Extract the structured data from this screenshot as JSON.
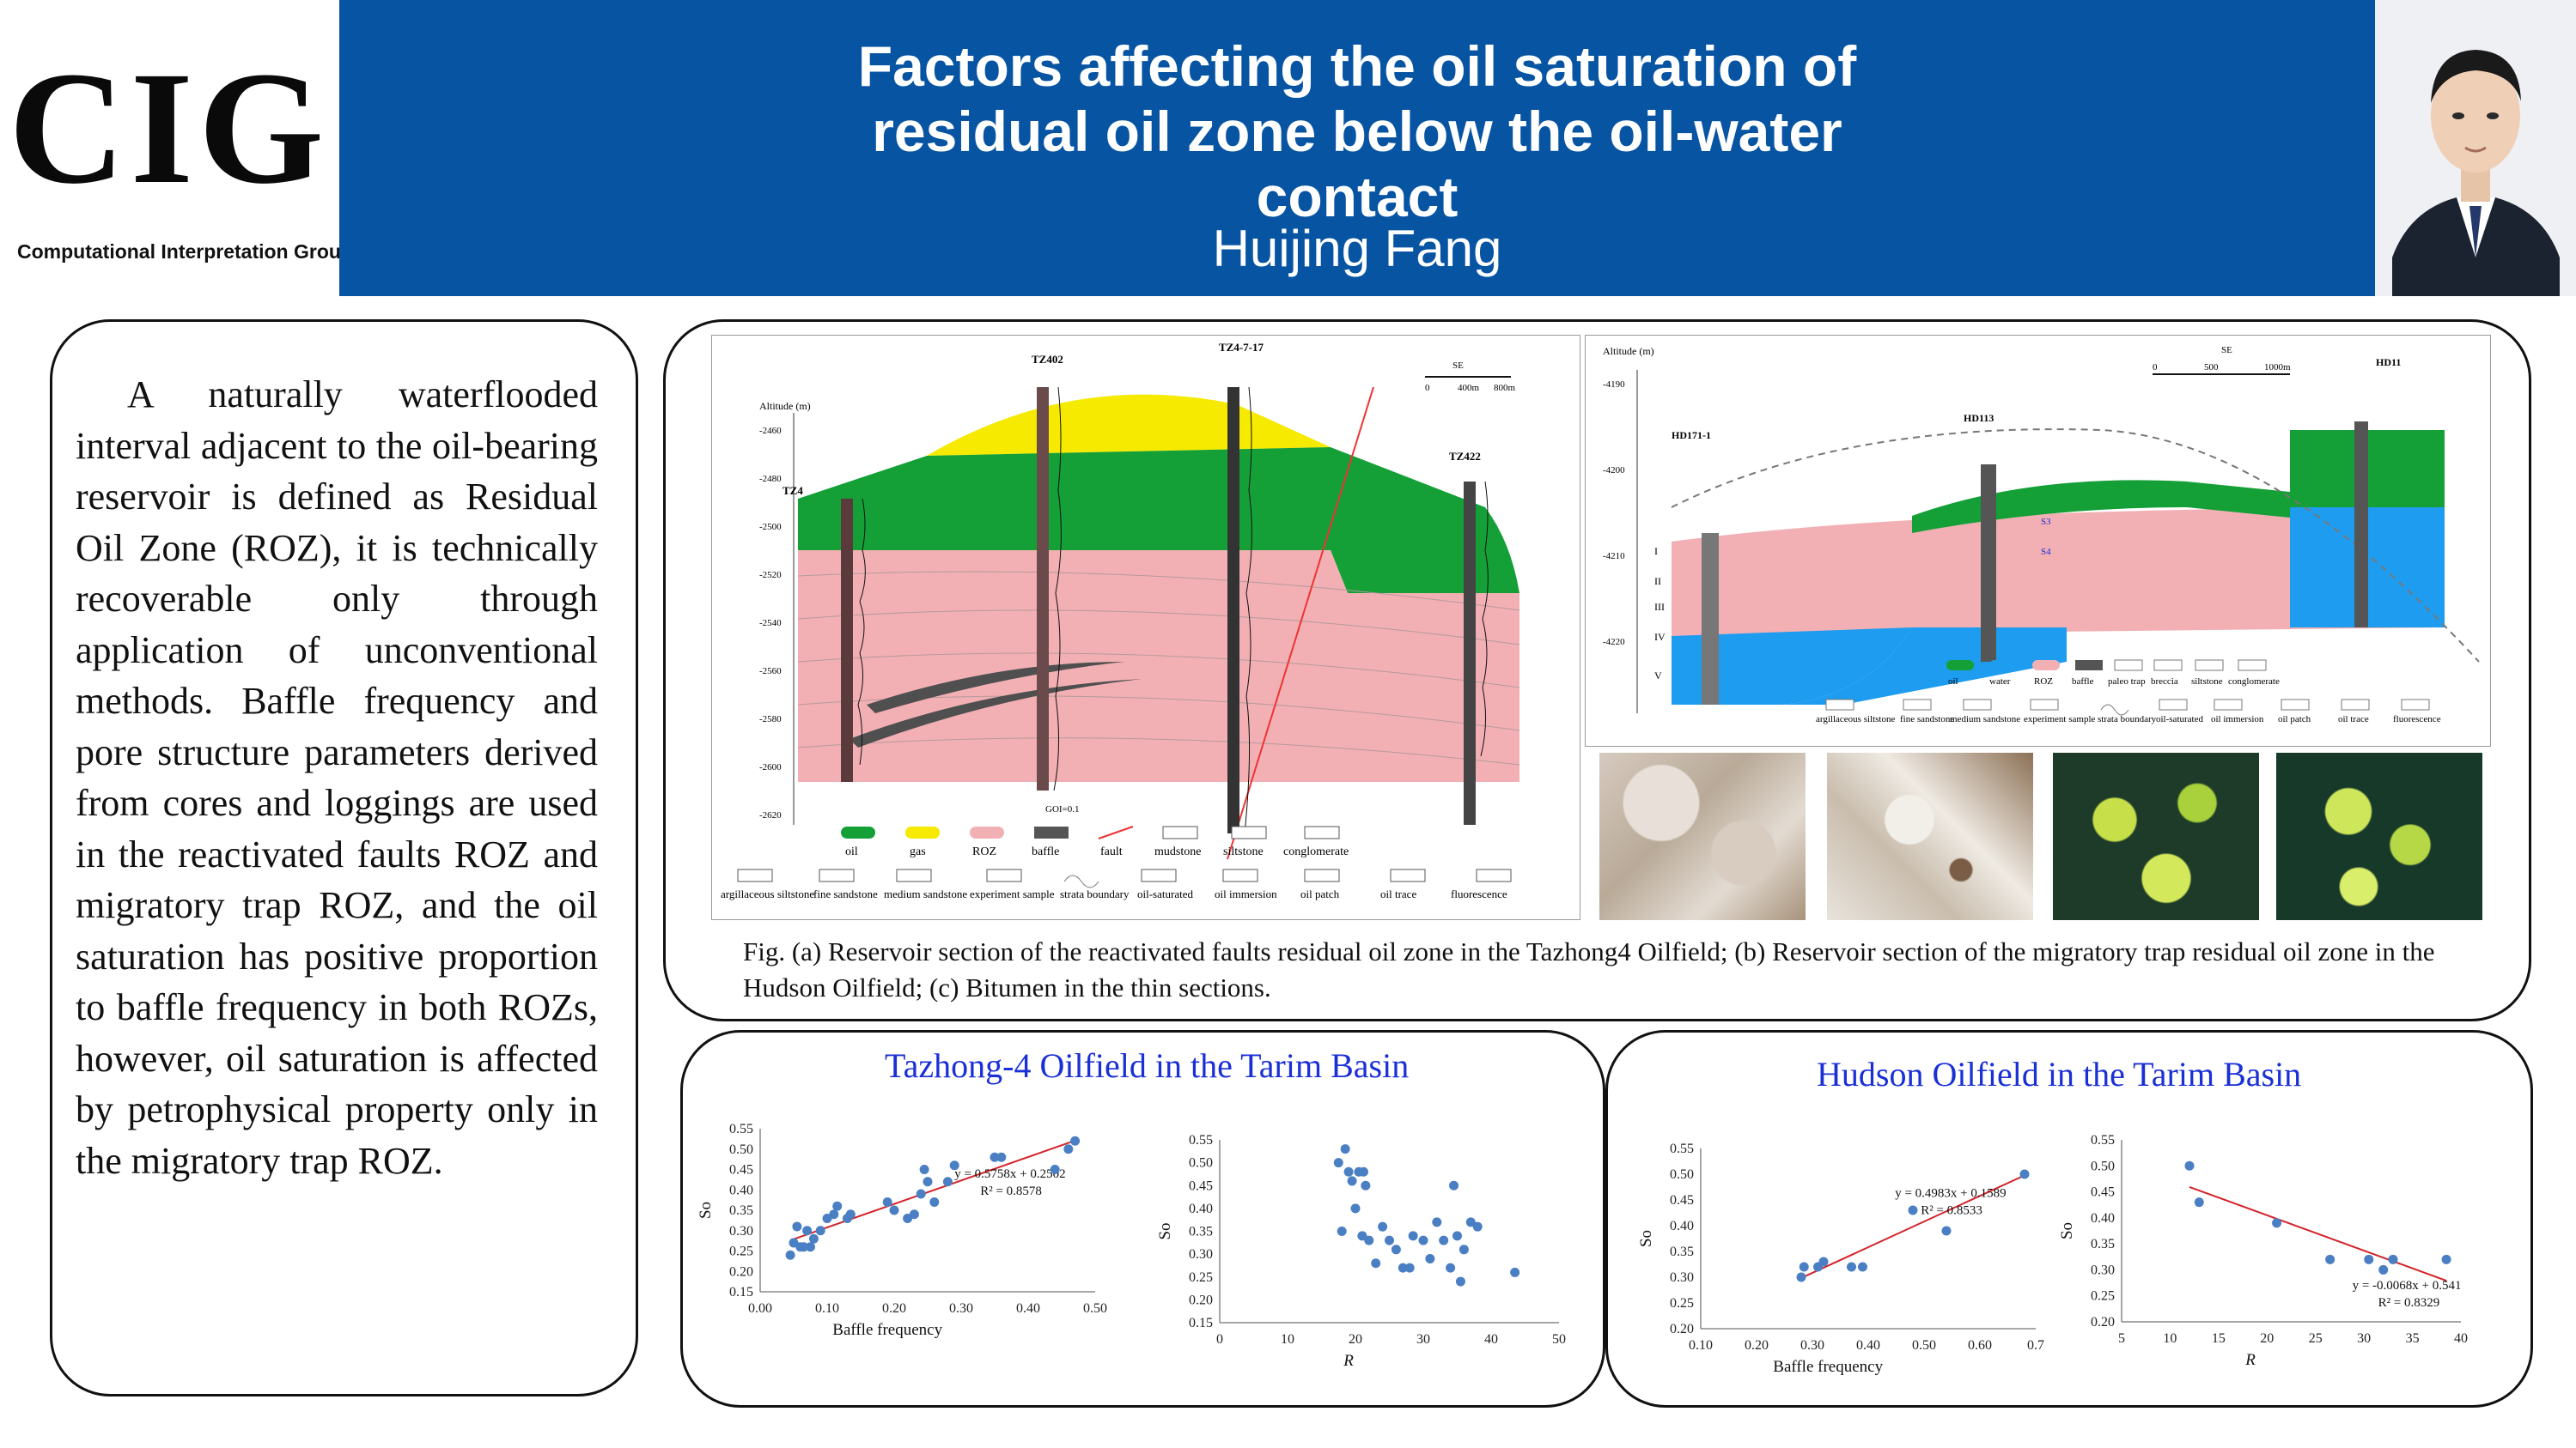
{
  "header": {
    "logo_text": "CIG",
    "logo_subtitle": "Computational Interpretation Group",
    "title": "Factors affecting the oil saturation of residual oil zone below the oil-water contact",
    "author": "Huijing Fang"
  },
  "abstract": "A naturally waterflooded interval adjacent to the oil-bearing reservoir is defined as Residual Oil Zone (ROZ), it is technically recoverable only through application of unconventional methods. Baffle frequency and pore structure parameters derived from cores and loggings are used in the reactivated faults ROZ and migratory trap ROZ, and the oil saturation has positive proportion to baffle frequency in both ROZs, however, oil saturation is affected by petrophysical property only in the migratory trap ROZ.",
  "figure": {
    "caption": "Fig. (a) Reservoir section of the reactivated faults residual oil zone in the Tazhong4 Oilfield; (b) Reservoir section of the migratory trap residual oil zone in the Hudson Oilfield; (c) Bitumen in the thin sections.",
    "section_a": {
      "wells": [
        "TZ4",
        "TZ402",
        "TZ4-7-17",
        "TZ422"
      ],
      "altitude_label": "Altitude (m)",
      "depths": [
        "-2460",
        "-2480",
        "-2500",
        "-2520",
        "-2540",
        "-2560",
        "-2580",
        "-2600",
        "-2620"
      ],
      "scale": [
        "0",
        "400m",
        "800m"
      ],
      "direction": "SE",
      "goi": "GOI=0.1",
      "legend": [
        "oil",
        "gas",
        "ROZ",
        "baffle",
        "fault",
        "mudstone",
        "siltstone",
        "conglomerate",
        "argillaceous siltstone",
        "fine sandstone",
        "medium sandstone",
        "experiment sample",
        "strata boundary",
        "oil-saturated",
        "oil immersion",
        "oil patch",
        "oil trace",
        "fluorescence"
      ]
    },
    "section_b": {
      "wells": [
        "HD171-1",
        "HD113",
        "HD11"
      ],
      "altitude_label": "Altitude (m)",
      "depths": [
        "-4190",
        "-4200",
        "-4210",
        "-4220"
      ],
      "zones": [
        "I",
        "II",
        "III",
        "IV",
        "V"
      ],
      "markers": [
        "S3",
        "S4"
      ],
      "scale": [
        "0",
        "500",
        "1000m"
      ],
      "direction": "SE",
      "legend": [
        "oil",
        "water",
        "ROZ",
        "baffle",
        "paleo trap",
        "breccia",
        "siltstone",
        "conglomerate",
        "argillaceous siltstone",
        "fine sandstone",
        "medium sandstone",
        "experiment sample",
        "strata boundary",
        "oil-saturated",
        "oil immersion",
        "oil patch",
        "oil trace",
        "fluorescence"
      ]
    }
  },
  "colors": {
    "banner": "#0754a3",
    "gas": "#f5ea00",
    "oil": "#14a037",
    "roz": "#f2b0b4",
    "water": "#1e9cf0",
    "chart_title": "#1a2fd6",
    "point": "#4a7fc4",
    "trend": "#d2232a"
  },
  "chart_titles": {
    "tz": "Tazhong-4 Oilfield in the Tarim Basin",
    "hd": "Hudson Oilfield in the Tarim Basin"
  },
  "chart_data": [
    {
      "type": "scatter",
      "xlabel": "Baffle frequency",
      "ylabel": "So",
      "xlim": [
        0,
        0.5
      ],
      "ylim": [
        0.15,
        0.55
      ],
      "xticks": [
        "0.00",
        "0.10",
        "0.20",
        "0.30",
        "0.40",
        "0.50"
      ],
      "yticks": [
        "0.15",
        "0.20",
        "0.25",
        "0.30",
        "0.35",
        "0.40",
        "0.45",
        "0.50",
        "0.55"
      ],
      "points": [
        [
          0.045,
          0.24
        ],
        [
          0.05,
          0.27
        ],
        [
          0.055,
          0.31
        ],
        [
          0.06,
          0.26
        ],
        [
          0.065,
          0.26
        ],
        [
          0.07,
          0.3
        ],
        [
          0.075,
          0.26
        ],
        [
          0.08,
          0.28
        ],
        [
          0.09,
          0.3
        ],
        [
          0.1,
          0.33
        ],
        [
          0.11,
          0.34
        ],
        [
          0.115,
          0.36
        ],
        [
          0.13,
          0.33
        ],
        [
          0.135,
          0.34
        ],
        [
          0.19,
          0.37
        ],
        [
          0.2,
          0.35
        ],
        [
          0.22,
          0.33
        ],
        [
          0.23,
          0.34
        ],
        [
          0.24,
          0.39
        ],
        [
          0.245,
          0.45
        ],
        [
          0.25,
          0.42
        ],
        [
          0.26,
          0.37
        ],
        [
          0.28,
          0.42
        ],
        [
          0.29,
          0.46
        ],
        [
          0.35,
          0.48
        ],
        [
          0.36,
          0.48
        ],
        [
          0.44,
          0.45
        ],
        [
          0.46,
          0.5
        ],
        [
          0.47,
          0.52
        ]
      ],
      "trendline": {
        "slope": 0.5758,
        "intercept": 0.2502
      },
      "equation": "y = 0.5758x + 0.2502",
      "r2": "R² = 0.8578"
    },
    {
      "type": "scatter",
      "xlabel": "R",
      "ylabel": "So",
      "xlim": [
        0,
        50
      ],
      "ylim": [
        0.15,
        0.55
      ],
      "xticks": [
        "0",
        "10",
        "20",
        "30",
        "40",
        "50"
      ],
      "yticks": [
        "0.15",
        "0.20",
        "0.25",
        "0.30",
        "0.35",
        "0.40",
        "0.45",
        "0.50",
        "0.55"
      ],
      "points": [
        [
          17.5,
          0.5
        ],
        [
          18,
          0.35
        ],
        [
          18.5,
          0.53
        ],
        [
          19,
          0.48
        ],
        [
          19.5,
          0.46
        ],
        [
          20,
          0.4
        ],
        [
          20.5,
          0.48
        ],
        [
          21,
          0.34
        ],
        [
          21.2,
          0.48
        ],
        [
          21.5,
          0.45
        ],
        [
          22,
          0.33
        ],
        [
          23,
          0.28
        ],
        [
          24,
          0.36
        ],
        [
          25,
          0.33
        ],
        [
          26,
          0.31
        ],
        [
          27,
          0.27
        ],
        [
          28,
          0.27
        ],
        [
          28.5,
          0.34
        ],
        [
          30,
          0.33
        ],
        [
          31,
          0.29
        ],
        [
          32,
          0.37
        ],
        [
          33,
          0.33
        ],
        [
          34,
          0.27
        ],
        [
          34.5,
          0.45
        ],
        [
          35,
          0.34
        ],
        [
          35.5,
          0.24
        ],
        [
          36,
          0.31
        ],
        [
          37,
          0.37
        ],
        [
          38,
          0.36
        ],
        [
          43.5,
          0.26
        ]
      ]
    },
    {
      "type": "scatter",
      "xlabel": "Baffle frequency",
      "ylabel": "So",
      "xlim": [
        0.1,
        0.7
      ],
      "ylim": [
        0.2,
        0.55
      ],
      "xticks": [
        "0.10",
        "0.20",
        "0.30",
        "0.40",
        "0.50",
        "0.60",
        "0.7"
      ],
      "yticks": [
        "0.20",
        "0.25",
        "0.30",
        "0.35",
        "0.40",
        "0.45",
        "0.50",
        "0.55"
      ],
      "points": [
        [
          0.28,
          0.3
        ],
        [
          0.285,
          0.32
        ],
        [
          0.31,
          0.32
        ],
        [
          0.32,
          0.33
        ],
        [
          0.37,
          0.32
        ],
        [
          0.39,
          0.32
        ],
        [
          0.48,
          0.43
        ],
        [
          0.54,
          0.39
        ],
        [
          0.68,
          0.5
        ]
      ],
      "trendline": {
        "slope": 0.4983,
        "intercept": 0.1589
      },
      "equation": "y = 0.4983x + 0.1589",
      "r2": "R² = 0.8533"
    },
    {
      "type": "scatter",
      "xlabel": "R",
      "ylabel": "So",
      "xlim": [
        5,
        40
      ],
      "ylim": [
        0.2,
        0.55
      ],
      "xticks": [
        "5",
        "10",
        "15",
        "20",
        "25",
        "30",
        "35",
        "40"
      ],
      "yticks": [
        "0.20",
        "0.25",
        "0.30",
        "0.35",
        "0.40",
        "0.45",
        "0.50",
        "0.55"
      ],
      "points": [
        [
          12,
          0.5
        ],
        [
          13,
          0.43
        ],
        [
          21,
          0.39
        ],
        [
          26.5,
          0.32
        ],
        [
          30.5,
          0.32
        ],
        [
          32,
          0.3
        ],
        [
          33,
          0.32
        ],
        [
          38.5,
          0.32
        ]
      ],
      "trendline": {
        "slope": -0.0068,
        "intercept": 0.541
      },
      "equation": "y = -0.0068x + 0.541",
      "r2": "R² = 0.8329"
    }
  ]
}
